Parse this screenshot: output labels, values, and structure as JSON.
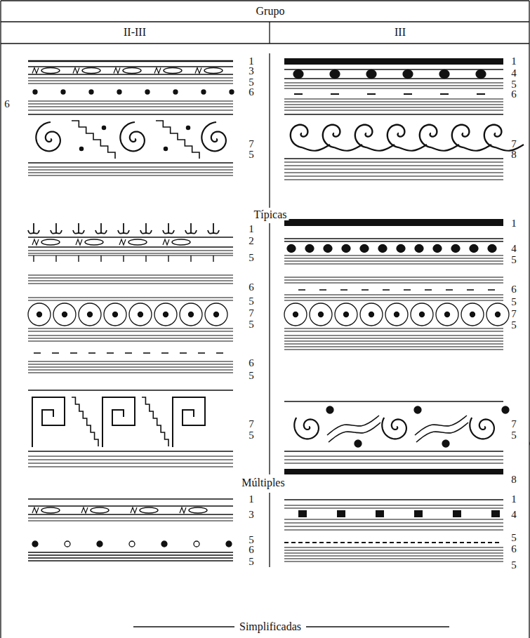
{
  "diagram": {
    "labels": [
      "Grupo",
      "II-III",
      "III",
      "1",
      "3",
      "5",
      "6",
      "6",
      "7",
      "5",
      "1",
      "4",
      "5",
      "6",
      "7",
      "8",
      "Típicas",
      "1",
      "2",
      "5",
      "6",
      "5",
      "7",
      "5",
      "6",
      "5",
      "7",
      "5",
      "1",
      "4",
      "5",
      "6",
      "5",
      "7",
      "5",
      "7",
      "5",
      "8",
      "Múltiples",
      "1",
      "3",
      "5",
      "6",
      "5",
      "1",
      "4",
      "5",
      "6",
      "5",
      "Simplificadas"
    ]
  }
}
